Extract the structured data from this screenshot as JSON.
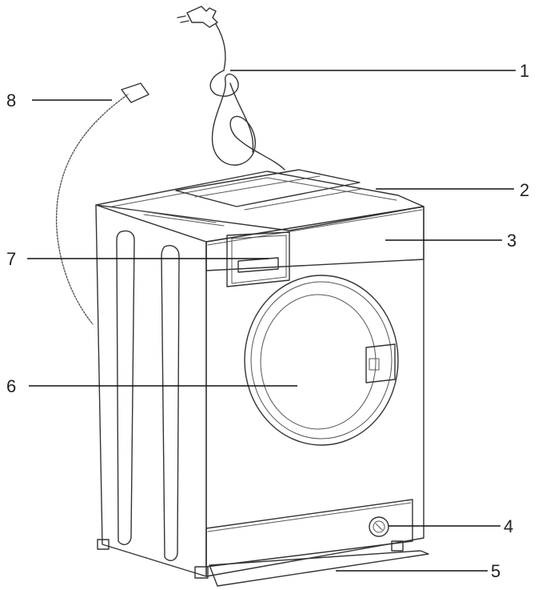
{
  "callouts": {
    "c1": "1",
    "c2": "2",
    "c3": "3",
    "c4": "4",
    "c5": "5",
    "c6": "6",
    "c7": "7",
    "c8": "8"
  },
  "colors": {
    "line": "#333333",
    "background": "#ffffff"
  }
}
